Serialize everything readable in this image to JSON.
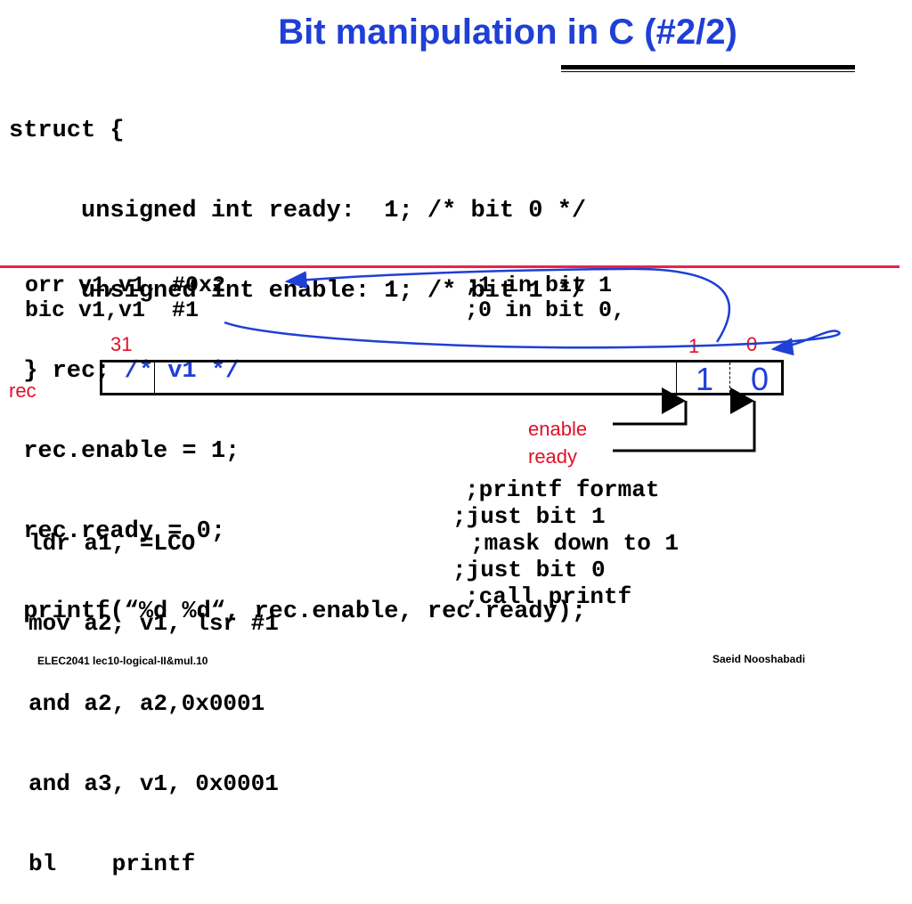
{
  "title": "Bit manipulation in C (#2/2)",
  "c_code": {
    "line1": "struct {",
    "line2": "     unsigned int ready:  1; /* bit 0 */",
    "line3": "     unsigned int enable: 1; /* bit 1 */",
    "line4_a": " } rec; ",
    "line4_b": "/* v1 */",
    "line5": " rec.enable = 1;",
    "line6": " rec.ready = 0;",
    "line7": " printf(“%d %d“, rec.enable, rec.ready);"
  },
  "asm_top": {
    "line1": "orr v1,v1, #0x2",
    "line1_comment": ";1 in bit 1",
    "line2": "bic v1,v1  #1",
    "line2_comment": ";0 in bit 0,"
  },
  "register": {
    "name": "rec",
    "label_31": "31",
    "label_1": "1",
    "label_0": "0",
    "bit1_value": "1",
    "bit0_value": "0",
    "enable_label": "enable",
    "ready_label": "ready"
  },
  "asm_bottom": [
    {
      "code": "ldr a1, =LCO",
      "comment": ";printf format"
    },
    {
      "code": "mov a2, v1, lsr #1",
      "comment": ";just bit 1"
    },
    {
      "code": "and a2, a2,0x0001",
      "comment": ";mask down to 1"
    },
    {
      "code": "and a3, v1, 0x0001",
      "comment": ";just bit 0"
    },
    {
      "code": "bl    printf",
      "comment": ";call printf"
    }
  ],
  "footer": {
    "left": "ELEC2041  lec10-logical-II&mul.10",
    "right": "Saeid Nooshabadi"
  },
  "colors": {
    "title_blue": "#1f3fd6",
    "accent_red": "#e8254a"
  }
}
